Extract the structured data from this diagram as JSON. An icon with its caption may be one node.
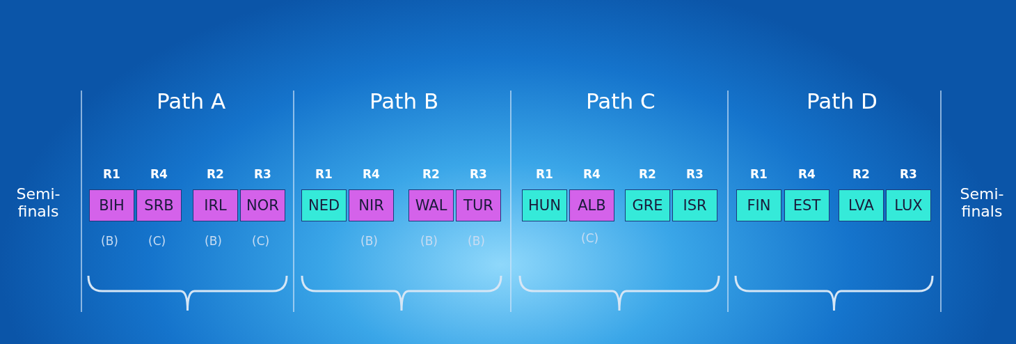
{
  "diagram": {
    "nodes": [
      {
        "text": [
          "BIH"
        ],
        "beside": [
          "(B)"
        ]
      },
      {
        "text": [
          "SRB"
        ],
        "beside": [
          "(C)"
        ]
      },
      {
        "text": [
          "IRL"
        ],
        "beside": [
          "(B)"
        ]
      },
      {
        "text": [
          "NOR"
        ],
        "beside": [
          "(C)"
        ]
      },
      {
        "text": [
          "NED"
        ]
      },
      {
        "text": [
          "NIR"
        ],
        "beside": [
          "(B)"
        ]
      },
      {
        "text": [
          "WAL"
        ],
        "beside": [
          "(B)"
        ]
      },
      {
        "text": [
          "TUR"
        ],
        "beside": [
          "(B)"
        ]
      },
      {
        "text": [
          "HUN"
        ]
      },
      {
        "text": [
          "ALB"
        ],
        "beside": [
          "(C)"
        ]
      },
      {
        "text": [
          "GRE"
        ]
      },
      {
        "text": [
          "ISR"
        ]
      },
      {
        "text": [
          "FIN"
        ]
      },
      {
        "text": [
          "EST"
        ]
      },
      {
        "text": [
          "LVA"
        ]
      },
      {
        "text": [
          "LUX"
        ]
      }
    ],
    "edges": [],
    "labels": [
      "Path A",
      "Path B",
      "Path C",
      "Path D",
      "R1",
      "R4",
      "R2",
      "R3",
      "R1",
      "R4",
      "R2",
      "R3",
      "R1",
      "R4",
      "R2",
      "R3",
      "R1",
      "R4",
      "R2",
      "R3",
      "Semi-finals",
      "Semi-finals"
    ]
  }
}
